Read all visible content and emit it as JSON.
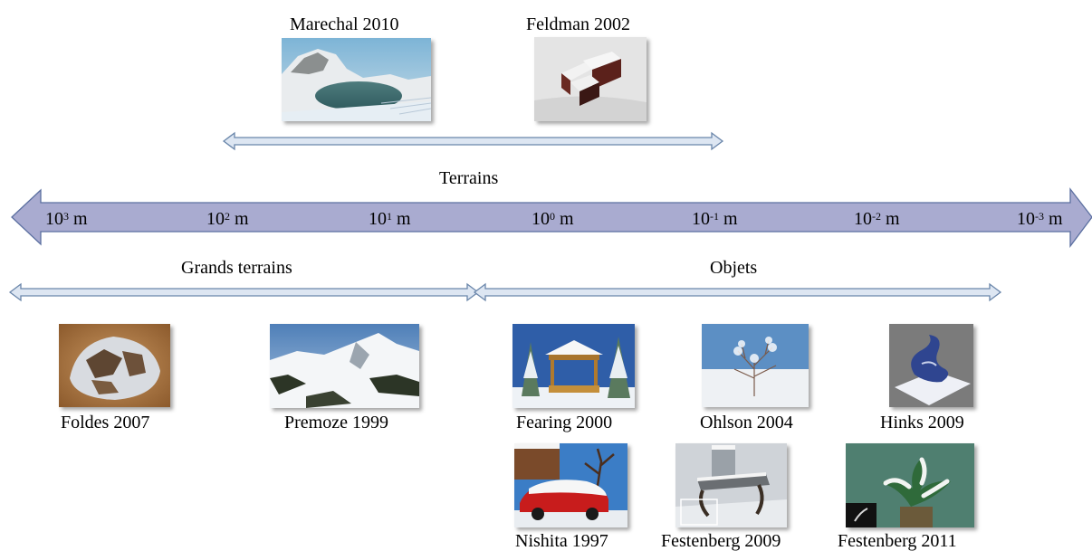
{
  "top_refs": [
    {
      "id": "marechal",
      "label": "Marechal 2010"
    },
    {
      "id": "feldman",
      "label": "Feldman 2002"
    }
  ],
  "ranges": {
    "terrains": "Terrains",
    "grands_terrains": "Grands terrains",
    "objets": "Objets"
  },
  "scale_ticks": [
    {
      "base": "10",
      "exp": "3",
      "unit": " m"
    },
    {
      "base": "10",
      "exp": "2",
      "unit": " m"
    },
    {
      "base": "10",
      "exp": "1",
      "unit": " m"
    },
    {
      "base": "10",
      "exp": "0",
      "unit": " m"
    },
    {
      "base": "10",
      "exp": "-1",
      "unit": " m"
    },
    {
      "base": "10",
      "exp": "-2",
      "unit": " m"
    },
    {
      "base": "10",
      "exp": "-3",
      "unit": " m"
    }
  ],
  "bottom_refs": [
    {
      "id": "foldes",
      "label": "Foldes 2007"
    },
    {
      "id": "premoze",
      "label": "Premoze 1999"
    },
    {
      "id": "fearing",
      "label": "Fearing 2000"
    },
    {
      "id": "ohlson",
      "label": "Ohlson 2004"
    },
    {
      "id": "hinks",
      "label": "Hinks 2009"
    },
    {
      "id": "nishita",
      "label": "Nishita 1997"
    },
    {
      "id": "festenberg2009",
      "label": "Festenberg 2009"
    },
    {
      "id": "festenberg2011",
      "label": "Festenberg 2011"
    }
  ],
  "colors": {
    "scale_arrow_fill": "#a9abd0",
    "scale_arrow_stroke": "#5b6fa0",
    "range_arrow_fill": "#dde6f2",
    "range_arrow_stroke": "#6a86aa"
  }
}
